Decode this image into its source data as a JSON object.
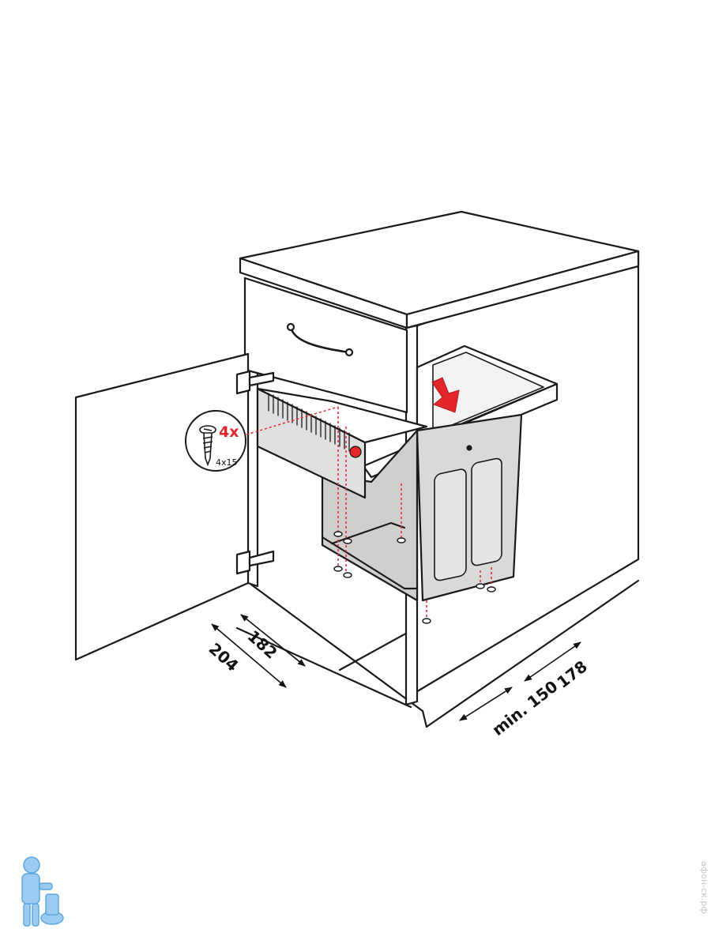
{
  "colors": {
    "line": "#1a1a1a",
    "accent_red": "#e3262c",
    "bin_fill": "#d9d9d9",
    "cabinet_fill": "#ffffff",
    "mascot_blue": "#5aa7e0",
    "watermark": "#c8c8c8"
  },
  "callout": {
    "quantity": "4x",
    "screw_size": "4x15",
    "icon": "screw-icon"
  },
  "dimensions": {
    "d204": "204",
    "d182": "182",
    "d150": "min. 150",
    "d178": "178"
  },
  "icons": {
    "arrow": "red-down-arrow-icon",
    "mascot": "plumber-mascot-icon"
  },
  "watermark": "афон-ск.рф"
}
